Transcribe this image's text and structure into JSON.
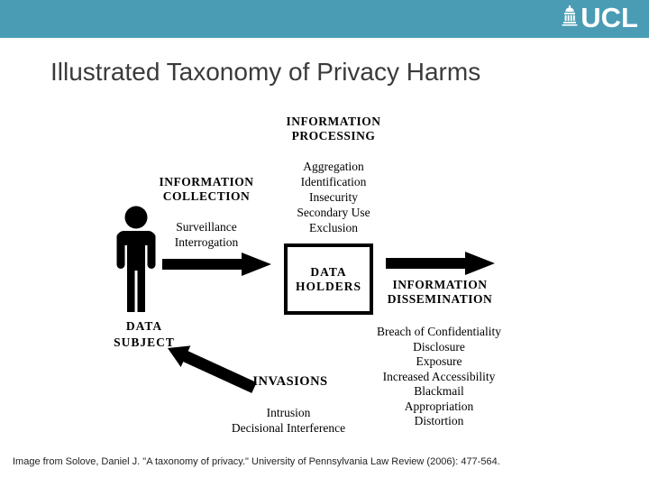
{
  "header": {
    "logo_text": "UCL",
    "logo_icon": "ucl-portico-icon",
    "bar_color": "#4A9CB5"
  },
  "title": "Illustrated Taxonomy of Privacy Harms",
  "caption": "Image from Solove, Daniel J. \"A taxonomy of privacy.\" University of Pennsylvania Law Review (2006): 477-564.",
  "diagram": {
    "processing": {
      "line1": "INFORMATION",
      "line2": "PROCESSING",
      "items": [
        "Aggregation",
        "Identification",
        "Insecurity",
        "Secondary Use",
        "Exclusion"
      ]
    },
    "collection": {
      "line1": "INFORMATION",
      "line2": "COLLECTION",
      "items": [
        "Surveillance",
        "Interrogation"
      ]
    },
    "dissemination": {
      "line1": "INFORMATION",
      "line2": "DISSEMINATION",
      "items": [
        "Breach of Confidentiality",
        "Disclosure",
        "Exposure",
        "Increased Accessibility",
        "Blackmail",
        "Appropriation",
        "Distortion"
      ]
    },
    "invasions": {
      "title": "INVASIONS",
      "items": [
        "Intrusion",
        "Decisional Interference"
      ]
    },
    "data_subject": {
      "line1": "DATA",
      "line2": "SUBJECT",
      "icon": "person-icon"
    },
    "data_holders": {
      "line1": "DATA",
      "line2": "HOLDERS"
    }
  },
  "colors": {
    "header_bar": "#4A9CB5",
    "diagram_ink": "#000000",
    "title_text": "#3B3B3B"
  }
}
